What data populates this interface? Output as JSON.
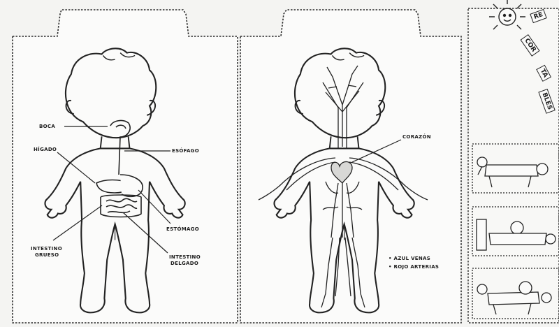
{
  "panel1": {
    "labels": {
      "boca": "BOCA",
      "higado": "HÍGADO",
      "esofago": "ESÓFAGO",
      "estomago": "ESTÓMAGO",
      "intestino_grueso_1": "INTESTINO",
      "intestino_grueso_2": "GRUESO",
      "intestino_delgado_1": "INTESTINO",
      "intestino_delgado_2": "DELGADO"
    }
  },
  "panel2": {
    "labels": {
      "corazon": "CORAZÓN",
      "legend_azul": "• AZUL  VENAS",
      "legend_rojo": "• ROJO  ARTERIAS"
    }
  },
  "side": {
    "recortables": [
      "RE",
      "COR",
      "TA",
      "BLES"
    ]
  },
  "colors": {
    "line": "#222222",
    "paper": "#f4f4f2",
    "background": "#e9e9e7"
  }
}
